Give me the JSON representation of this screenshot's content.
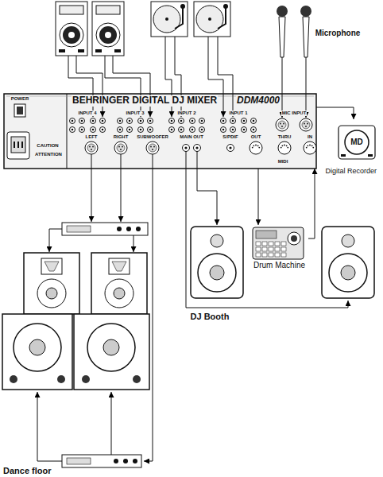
{
  "diagram": {
    "nodes": [
      {
        "text": [
          "BEHRINGER DIGITAL DJ MIXER",
          "DDM4000"
        ]
      },
      {
        "text": [
          "MD",
          "Digital Recorder"
        ]
      },
      {
        "text": [
          "Drum Machine"
        ]
      }
    ],
    "edges": [
      {
        "from": 0,
        "to": 2,
        "arrow": "to"
      },
      {
        "from": 2,
        "to": 0,
        "arrow": "to"
      },
      {
        "from": 0,
        "to": 1,
        "arrow": "to"
      }
    ],
    "labels": [
      "Microphone",
      "POWER",
      "INPUT 4",
      "INPUT 3",
      "INPUT 2",
      "INPUT 1",
      "MIC INPUT",
      "CAUTION",
      "ATTENTION",
      "LEFT",
      "RIGHT",
      "SUBWOOFER",
      "MAIN OUT",
      "S/PDIF",
      "OUT",
      "THRU",
      "IN",
      "MIDI",
      "DJ Booth",
      "Dance floor"
    ]
  }
}
